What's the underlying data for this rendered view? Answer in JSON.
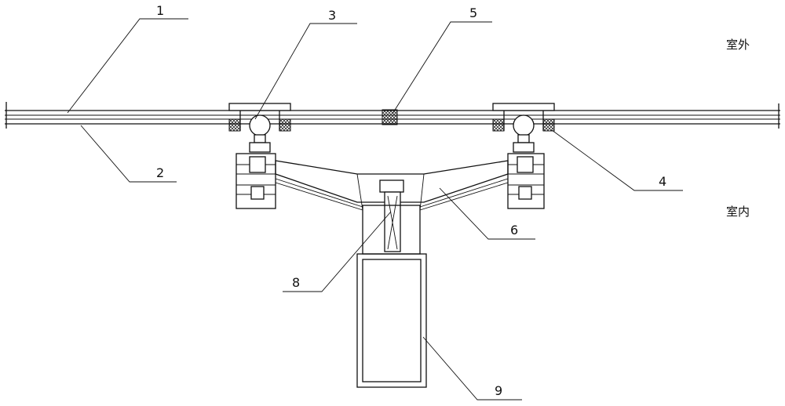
{
  "side_labels": {
    "outdoor": "室外",
    "indoor": "室内"
  },
  "callouts": {
    "c1": "1",
    "c2": "2",
    "c3": "3",
    "c4": "4",
    "c5": "5",
    "c6": "6",
    "c8": "8",
    "c9": "9"
  }
}
